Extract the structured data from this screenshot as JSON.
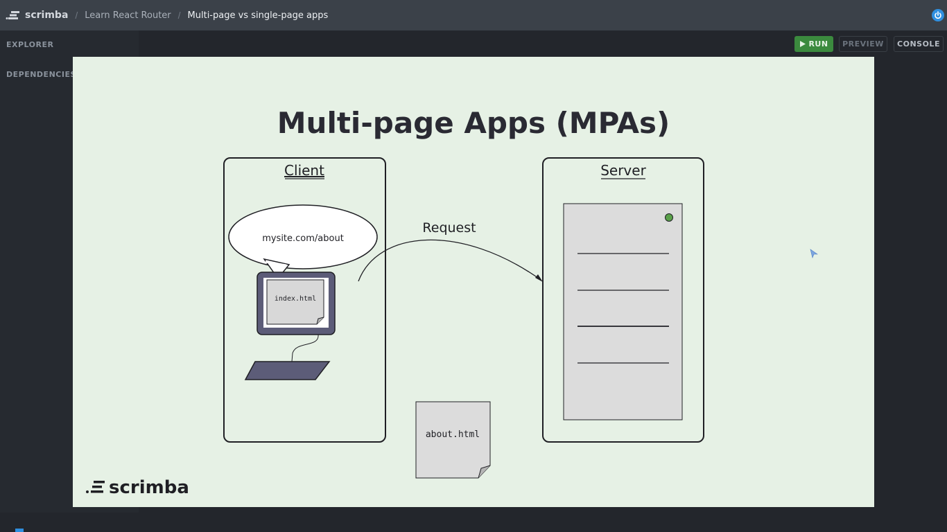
{
  "topbar": {
    "logo_text": "scrimba",
    "breadcrumbs": [
      "Learn React Router",
      "Multi-page vs single-page apps"
    ],
    "power_icon": "power-icon"
  },
  "sidebar": {
    "explorer_label": "EXPLORER",
    "dependencies_label": "DEPENDENCIES"
  },
  "toolbar": {
    "run_label": "RUN",
    "preview_label": "PREVIEW",
    "console_label": "CONSOLE",
    "run_icon": "play-icon"
  },
  "slide": {
    "title": "Multi-page Apps (MPAs)",
    "client_label": "Client",
    "server_label": "Server",
    "url_bubble": "mysite.com/about",
    "screen_file": "index.html",
    "request_label": "Request",
    "response_file": "about.html",
    "watermark": "scrimba"
  },
  "colors": {
    "slide_bg": "#e6f1e5",
    "run_green": "#3b8a3e",
    "server_led": "#5aa04a",
    "monitor": "#5c5c78"
  }
}
